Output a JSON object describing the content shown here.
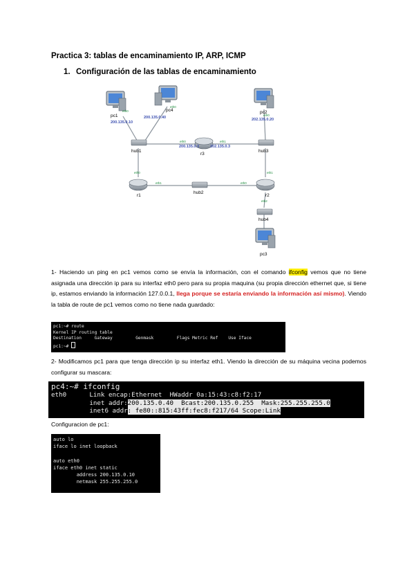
{
  "title": "Practica 3: tablas de encaminamiento IP, ARP, ICMP",
  "section": {
    "number": "1.",
    "label": "Configuración de las tablas de encaminamiento"
  },
  "diagram": {
    "nodes": {
      "pc1": "pc1",
      "pc4": "pc4",
      "pc2": "pc2",
      "pc3": "pc3",
      "hub1": "hub1",
      "hub2": "hub2",
      "hub3": "hub3",
      "hub4": "hub4",
      "r1": "r1",
      "r2": "r2",
      "r3": "r3"
    },
    "ips": {
      "pc1": "200.135.0.10",
      "pc4": "200.135.0.40",
      "pc2": "202.135.0.20",
      "r3_eth0": "200.135.0.3",
      "r3_eth1": "202.135.0.3"
    },
    "ifaces": {
      "eth0": "eth0",
      "eth1": "eth1",
      "eth2": "eth2"
    }
  },
  "para1": {
    "a": "1- Haciendo un ping en pc1 vemos como se envía la información, con el comando ",
    "highlight": "ifconfig",
    "b": " vemos que no tiene asignada una dirección ip para su interfaz eth0 pero para su propia maquina (su propia dirección ethernet que, si tiene ip, estamos enviando la información 127.0.0.1, ",
    "red": "llega porque se estaría enviando la información así mismo)",
    "c": ". Viendo la tabla de route de pc1 vemos como no tiene nada guardado:"
  },
  "term1": {
    "l1": "pc1:~# route",
    "l2": "Kernel IP routing table",
    "l3": "Destination     Gateway         Genmask         Flags Metric Ref    Use Iface",
    "l4": "pc1:~# "
  },
  "para2": "2- Modificamos pc1 para que tenga dirección ip su interfaz eth1. Viendo la dirección de su máquina vecina podemos configurar su mascara:",
  "term2": {
    "l1": "pc4:~# ifconfig",
    "l2": "eth0      Link encap:Ethernet  HWaddr 0a:15:43:c8:f2:17",
    "l3a": "          inet addr:",
    "l3b": "200.135.0.40  Bcast:200.135.0.255  Mask:255.255.255.0",
    "l4a": "          inet6 addr",
    "l4b": ": fe80::815:43ff:fec8:f217/64 Scope:Link"
  },
  "caption": "Configuracion de pc1:",
  "term3": {
    "l1": "auto lo",
    "l2": "iface lo inet loopback",
    "l3": "",
    "l4": "auto eth0",
    "l5": "iface eth0 inet static",
    "l6": "        address 200.135.0.10",
    "l7": "        netmask 255.255.255.0"
  }
}
